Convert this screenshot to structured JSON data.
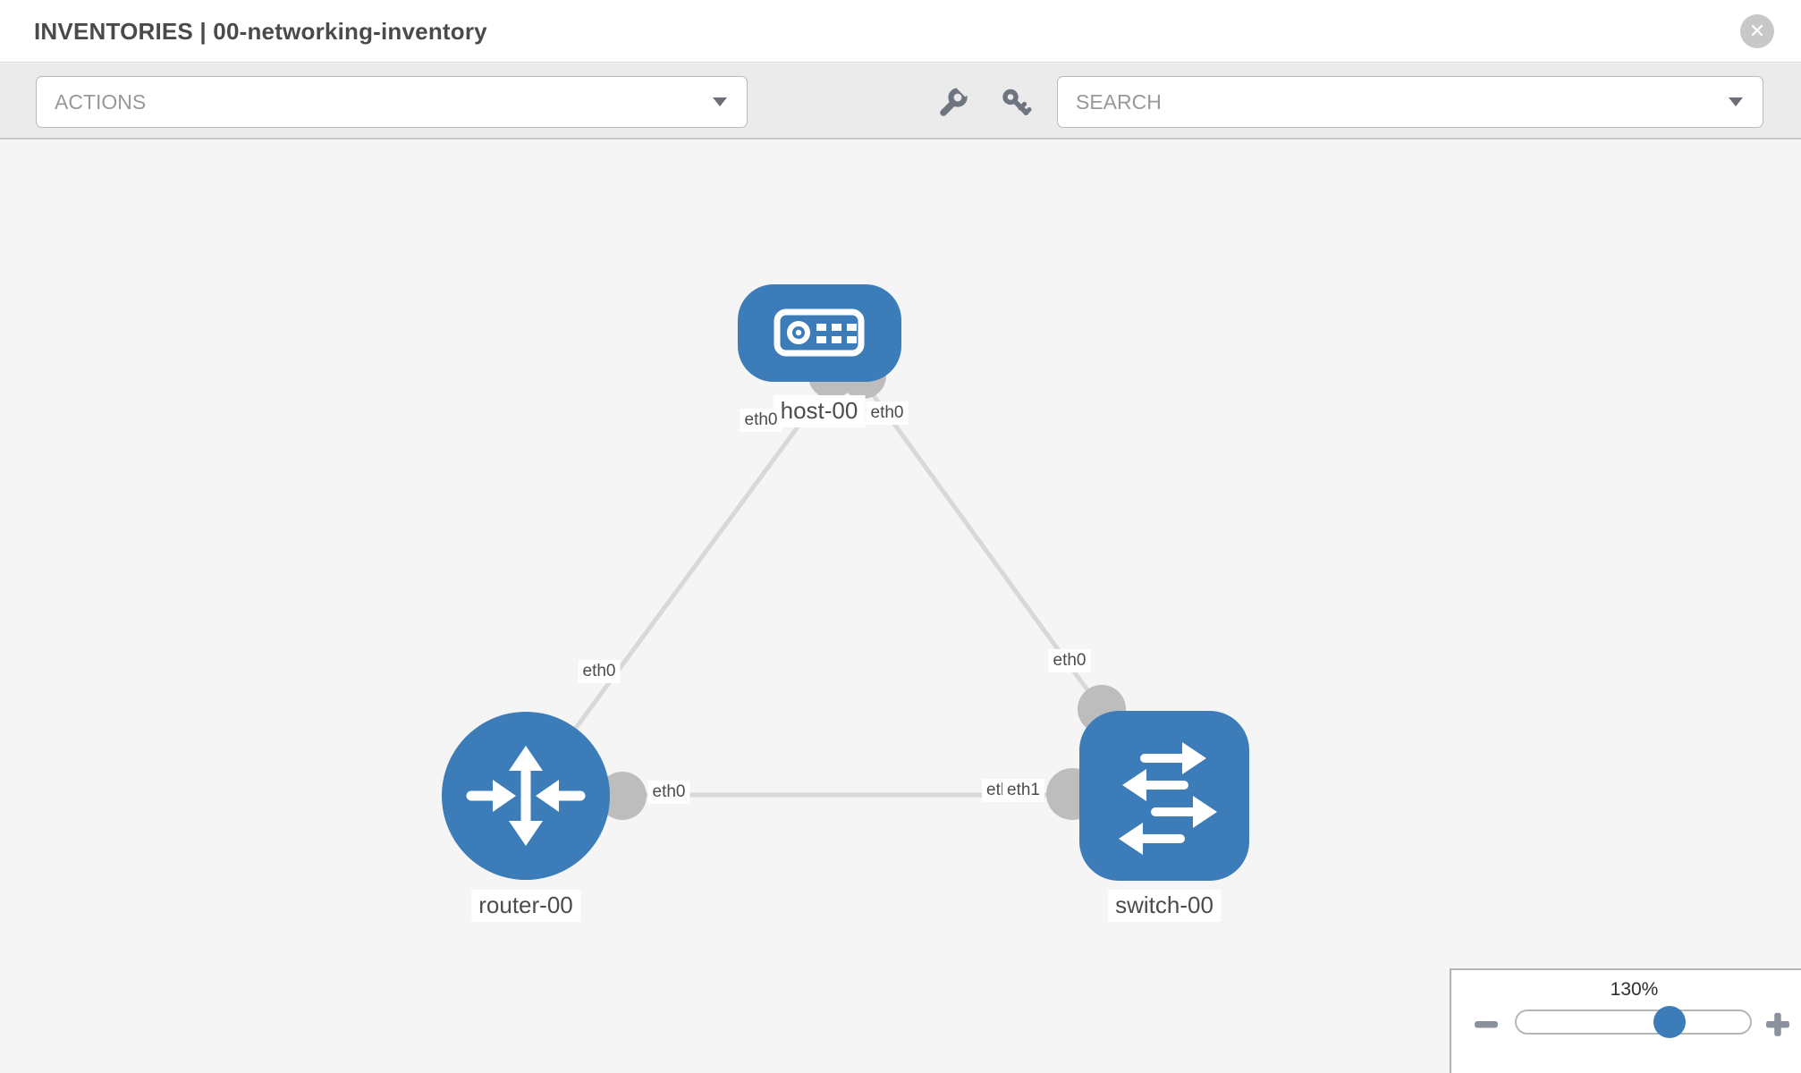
{
  "header": {
    "title": "INVENTORIES | 00-networking-inventory"
  },
  "toolbar": {
    "actions_label": "ACTIONS",
    "search_label": "SEARCH"
  },
  "icons": {
    "close": "circle-x-icon",
    "wrench": "wrench-icon",
    "key": "key-icon",
    "dropdown_caret": "chevron-down-icon",
    "zoom_out": "minus-icon",
    "zoom_in": "plus-icon"
  },
  "graph": {
    "nodes": [
      {
        "id": "host-00",
        "label": "host-00",
        "type": "host"
      },
      {
        "id": "router-00",
        "label": "router-00",
        "type": "router"
      },
      {
        "id": "switch-00",
        "label": "switch-00",
        "type": "switch"
      }
    ],
    "edges": [
      {
        "from": "host-00",
        "from_if": "eth0",
        "to": "router-00",
        "to_if": "eth0"
      },
      {
        "from": "host-00",
        "from_if": "eth0",
        "to": "switch-00",
        "to_if": "eth0"
      },
      {
        "from": "router-00",
        "from_if": "eth0",
        "to": "switch-00",
        "to_if_labels": [
          "eth0",
          "eth1"
        ]
      }
    ]
  },
  "zoom_control": {
    "level": "130%",
    "percent": 130
  },
  "colors": {
    "node_blue": "#3b7cb9",
    "edge_gray": "#d8d8d8",
    "connector_gray": "#bdbdbd",
    "canvas_bg": "#f5f5f5",
    "toolbar_bg": "#ebebeb",
    "chip_text": "#4c4c4c"
  }
}
